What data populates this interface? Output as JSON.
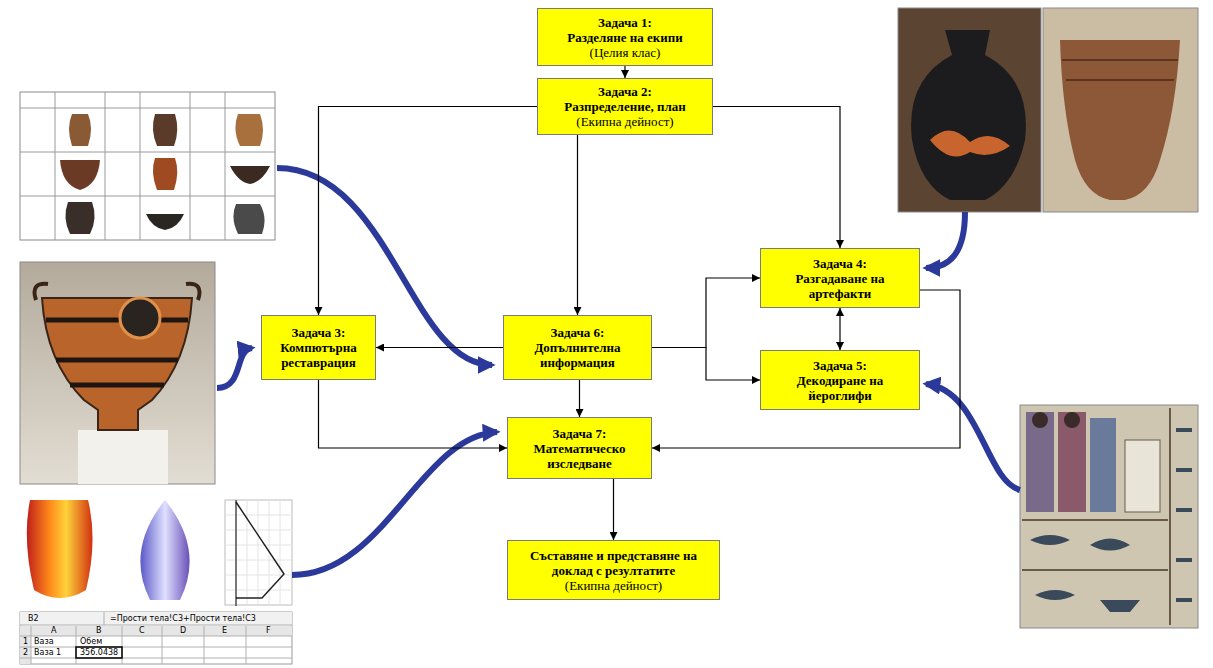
{
  "diagram": {
    "nodes": [
      {
        "text": [
          "Задача 1:",
          "Разделяне на екипи",
          "(Целия клас)"
        ]
      },
      {
        "text": [
          "Задача 2:",
          "Разпределение, план",
          "(Екипна дейност)"
        ]
      },
      {
        "text": [
          "Задача 4:",
          "Разгадаване на артефакти"
        ]
      },
      {
        "text": [
          "Задача 3:",
          "Компютърна реставрация"
        ]
      },
      {
        "text": [
          "Задача 6:",
          "Допълнителна информация"
        ]
      },
      {
        "text": [
          "Задача 5:",
          "Декодиране на йероглифи"
        ]
      },
      {
        "text": [
          "Задача 7:",
          "Математическо изследване"
        ]
      },
      {
        "text": [
          "Съставяне и представяне на доклад с резултатите",
          "(Екипна дейност)"
        ]
      }
    ],
    "edges": [
      {
        "from": 0,
        "to": 1,
        "arrow": "to"
      },
      {
        "from": 1,
        "to": 3,
        "arrow": "to"
      },
      {
        "from": 1,
        "to": 4,
        "arrow": "to"
      },
      {
        "from": 1,
        "to": 2,
        "arrow": "to"
      },
      {
        "from": 4,
        "to": 3,
        "arrow": "to"
      },
      {
        "from": 4,
        "to": 2,
        "arrow": "to"
      },
      {
        "from": 4,
        "to": 5,
        "arrow": "to"
      },
      {
        "from": 2,
        "to": 5,
        "arrow": "both"
      },
      {
        "from": 4,
        "to": 6,
        "arrow": "to"
      },
      {
        "from": 3,
        "to": 6,
        "arrow": "to"
      },
      {
        "from": 2,
        "to": 6,
        "arrow": "to"
      },
      {
        "from": 6,
        "to": 7,
        "arrow": "to"
      }
    ],
    "labels": [
      "B2",
      "=Прости тела!C3+Прости тела!C3",
      "A",
      "B",
      "C",
      "D",
      "E",
      "F",
      "1",
      "Ваза",
      "Обем",
      "2",
      "Ваза 1",
      "356.0438"
    ]
  }
}
